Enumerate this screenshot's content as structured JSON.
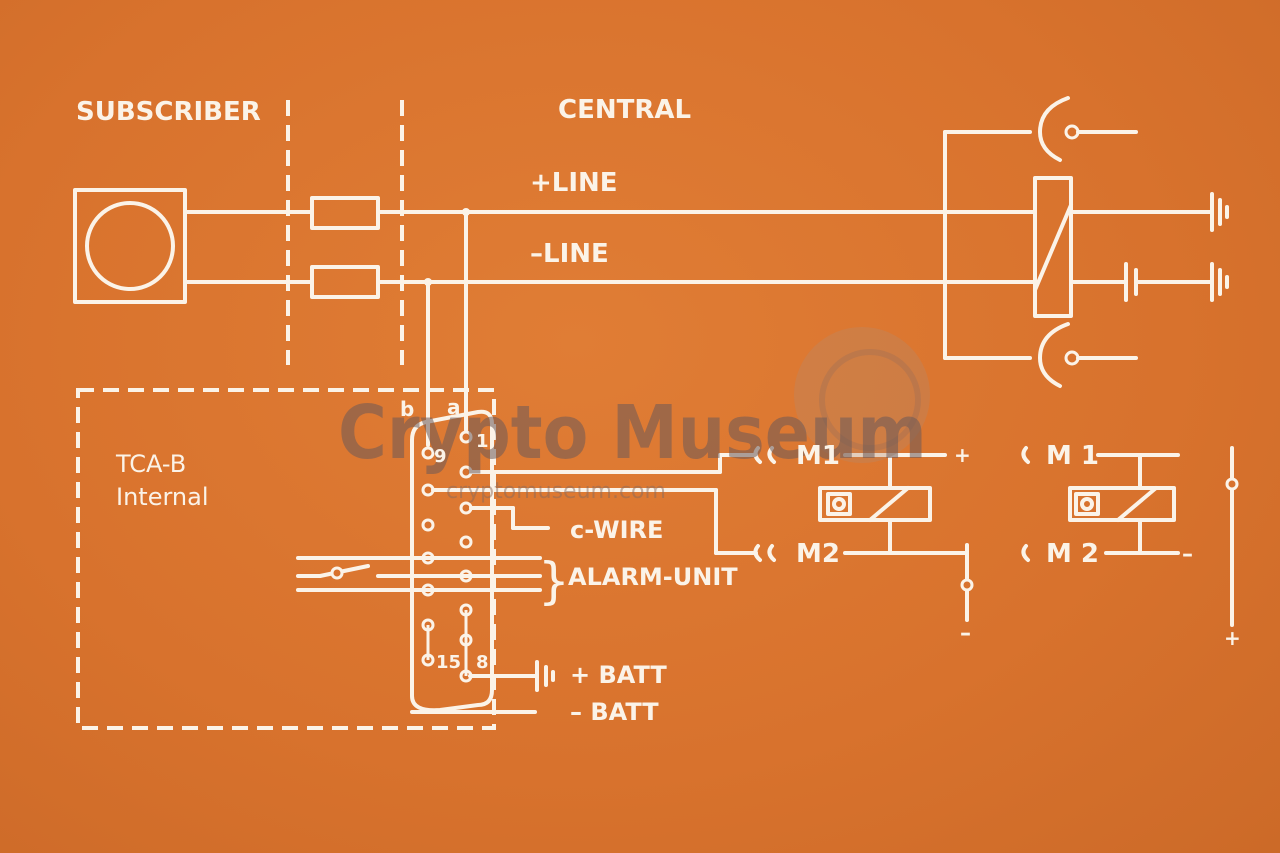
{
  "labels": {
    "subscriber": "SUBSCRIBER",
    "central": "CENTRAL",
    "plus_line": "+LINE",
    "minus_line": "–LINE",
    "tca_b": "TCA-B",
    "internal": "Internal",
    "c_wire": "c-WIRE",
    "alarm_unit": "ALARM-UNIT",
    "plus_batt": "+ BATT",
    "minus_batt": "– BATT",
    "m1_left": "M1",
    "m2_left": "M2",
    "m1_right": "M 1",
    "m2_right": "M 2",
    "plus_sign": "+",
    "minus_sign": "–",
    "brace": "}"
  },
  "connector": {
    "wire_a": "a",
    "wire_b": "b",
    "pin_1": "1",
    "pin_9": "9",
    "pin_15": "15",
    "pin_8": "8"
  },
  "watermark": {
    "title": "Crypto Museum",
    "url": "cryptomuseum.com"
  },
  "colors": {
    "background": "#d8722d",
    "ink": "#fbf3e8"
  }
}
